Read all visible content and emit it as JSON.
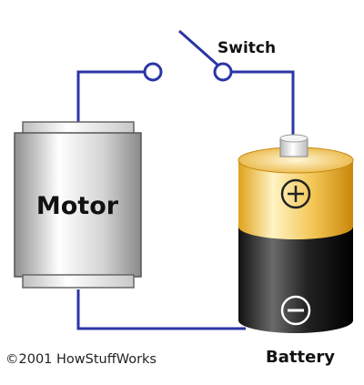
{
  "labels": {
    "switch": "Switch",
    "motor": "Motor",
    "battery": "Battery",
    "plus_symbol": "+",
    "minus_symbol": "−"
  },
  "copyright": "©2001 HowStuffWorks",
  "colors": {
    "wire": "#2b35a6",
    "battery_top_light": "#fff2c0",
    "battery_top_dark": "#e2a41c",
    "battery_bottom_light": "#555555",
    "battery_bottom_dark": "#050505",
    "motor_light": "#ffffff",
    "motor_dark": "#9a9a9a"
  },
  "icons": {
    "plus": "plus-circle-icon",
    "minus": "minus-circle-icon"
  }
}
